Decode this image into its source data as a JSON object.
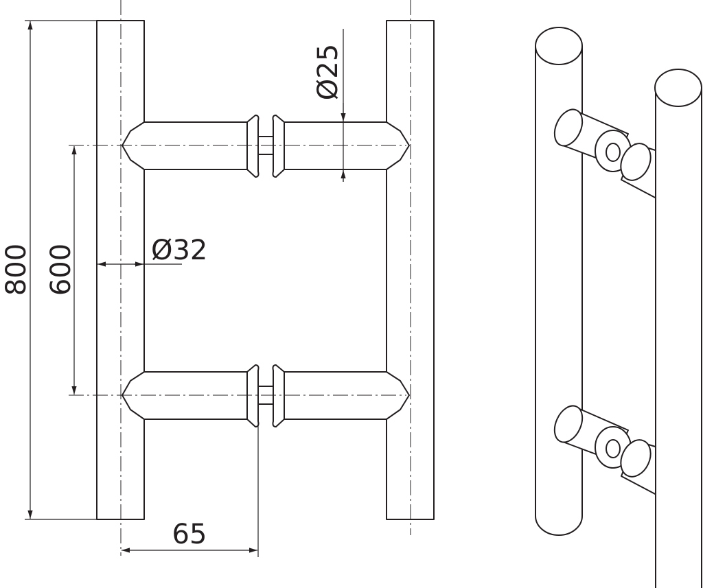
{
  "title": "H-type door pull handle technical drawing",
  "dimensions": {
    "overall_length": "800",
    "center_distance": "600",
    "bar_diameter": "Ø32",
    "standoff_diameter": "Ø25",
    "projection": "65"
  },
  "colors": {
    "line": "#231f20",
    "background": "#ffffff"
  }
}
